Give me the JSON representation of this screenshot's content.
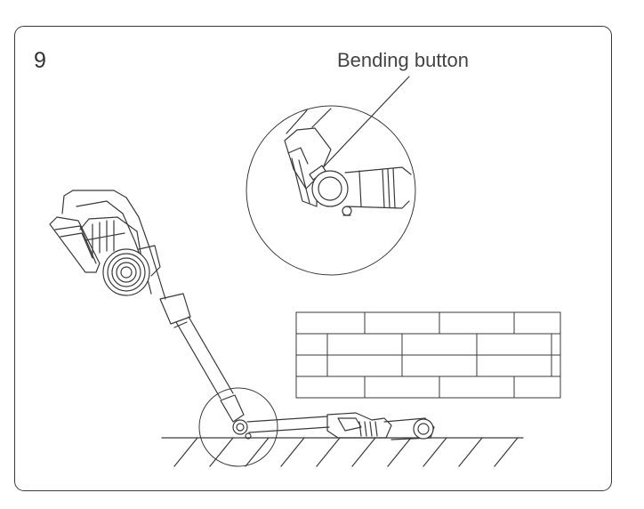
{
  "step": {
    "number": "9"
  },
  "callout": {
    "label": "Bending button"
  },
  "colors": {
    "line": "#3a3a3a",
    "text": "#444444",
    "background": "#ffffff"
  },
  "icons": {
    "step_badge": "none"
  }
}
